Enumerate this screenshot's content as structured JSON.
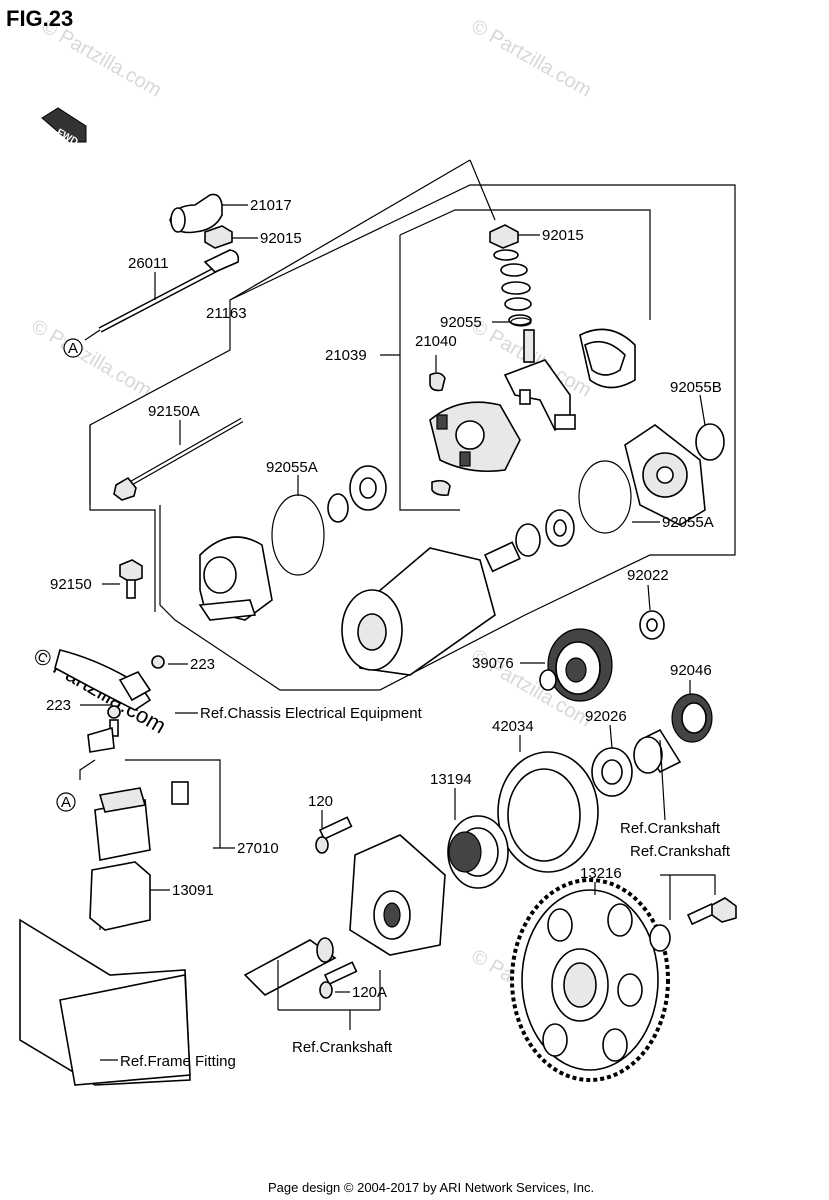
{
  "figure": {
    "title": "FIG.23",
    "fwd_label": "FWD"
  },
  "watermark": {
    "text": "© Partzilla.com",
    "prominent_text": "© Partzilla.com"
  },
  "parts": {
    "p21017": "21017",
    "p92015a": "92015",
    "p26011": "26011",
    "p21163": "21163",
    "p92015b": "92015",
    "p92055": "92055",
    "p21039": "21039",
    "p21040": "21040",
    "p92055B": "92055B",
    "p92150A": "92150A",
    "p92055A_left": "92055A",
    "p92055A_right": "92055A",
    "p92150": "92150",
    "p92022": "92022",
    "p223a": "223",
    "p223b": "223",
    "p39076": "39076",
    "p92046": "92046",
    "p42034": "42034",
    "p92026": "92026",
    "p13194": "13194",
    "p120": "120",
    "p27010": "27010",
    "p13091": "13091",
    "p13216": "13216",
    "p120A": "120A"
  },
  "refs": {
    "chassis": "Ref.Chassis Electrical Equipment",
    "crank1": "Ref.Crankshaft",
    "crank2": "Ref.Crankshaft",
    "crank3": "Ref.Crankshaft",
    "frame": "Ref.Frame Fitting"
  },
  "markers": {
    "a_top": "A",
    "a_bottom": "A"
  },
  "footer": {
    "text": "Page design © 2004-2017 by ARI Network Services, Inc."
  }
}
